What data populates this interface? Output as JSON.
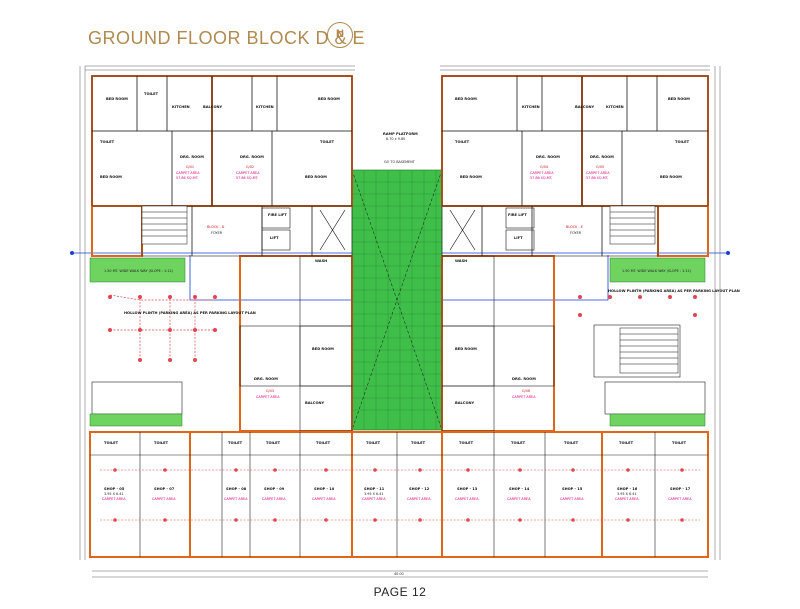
{
  "header": {
    "title": "GROUND FLOOR BLOCK D & E",
    "compass_letter": "N"
  },
  "footer": {
    "page_label": "PAGE 12"
  },
  "plan": {
    "ramp_label": "RAMP PLATFORM",
    "ramp_size": "6.70 x 9.80",
    "basement_label": "GO TO BASEMENT",
    "walkway_left": "1.50 MT. WIDE WALK WAY (SLOPE : 1:12)",
    "walkway_right": "1.50 MT. WIDE WALK WAY (SLOPE : 1:12)",
    "hollow_plinth": "HOLLOW PLINTH (PARKING AREA) AS PER PARKING LAYOUT PLAN",
    "fire_lift": "FIRE LIFT",
    "lift": "LIFT",
    "foyer": "FOYER",
    "block_left": "BLOCK - D",
    "block_right": "BLOCK - E",
    "room_labels": [
      "BED ROOM",
      "TOILET",
      "KITCHEN",
      "BALCONY",
      "DRG. ROOM",
      "WASH",
      "STAIR",
      "TOILET",
      "BED ROOM"
    ],
    "flats": [
      "G/01",
      "G/02",
      "G/03",
      "G/04",
      "G/05",
      "G/06"
    ],
    "carpet_label": "CARPET AREA",
    "carpet_value": "57.86 SQ.MT.",
    "shop_toilet": "TOILET",
    "shops": [
      "SHOP - 05",
      "SHOP - 07",
      "SHOP - 08",
      "SHOP - 09",
      "SHOP - 10",
      "SHOP - 11",
      "SHOP - 12",
      "SHOP - 13",
      "SHOP - 14",
      "SHOP - 15",
      "SHOP - 16",
      "SHOP - 17"
    ],
    "shop_size": "3.95 X 6.41",
    "overall_width": "40.00"
  },
  "colors": {
    "title": "#b08a4e",
    "wall_orange": "#e0661c",
    "ramp_green": "#3fbf4a",
    "walkway_green": "#6fd35f",
    "axis_blue": "#1a3fd6",
    "marker_red": "#e0464f"
  }
}
